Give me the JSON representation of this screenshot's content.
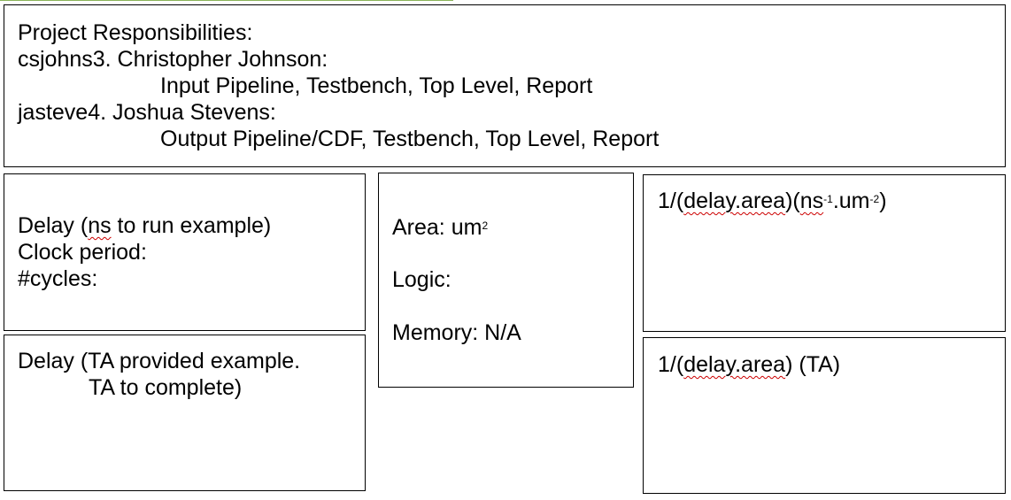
{
  "responsibilities": {
    "heading": "Project Responsibilities:",
    "members": [
      {
        "name": "csjohns3. Christopher Johnson:",
        "tasks": "Input Pipeline, Testbench, Top Level, Report"
      },
      {
        "name": "jasteve4. Joshua Stevens:",
        "tasks": "Output Pipeline/CDF, Testbench, Top Level, Report"
      }
    ]
  },
  "delay_run": {
    "line1_pre": "Delay (",
    "line1_ns": "ns",
    "line1_post": " to run example)",
    "clock_period": "Clock period:",
    "cycles": "#cycles:"
  },
  "delay_ta": {
    "line1": "Delay (TA provided example.",
    "line2": "TA to complete)"
  },
  "area": {
    "area_label": "Area: um",
    "area_exp": "2",
    "logic_label": "Logic:",
    "memory_label": "Memory: N/A"
  },
  "metric_run": {
    "pre": "1/(",
    "delay_area": "delay.area",
    "mid": ")(",
    "ns": "ns",
    "ns_exp": "-1",
    "um": ".um",
    "um_exp": "-2",
    "post": ")"
  },
  "metric_ta": {
    "pre": "1/(",
    "delay_area": "delay.area",
    "post": ") (TA)"
  }
}
